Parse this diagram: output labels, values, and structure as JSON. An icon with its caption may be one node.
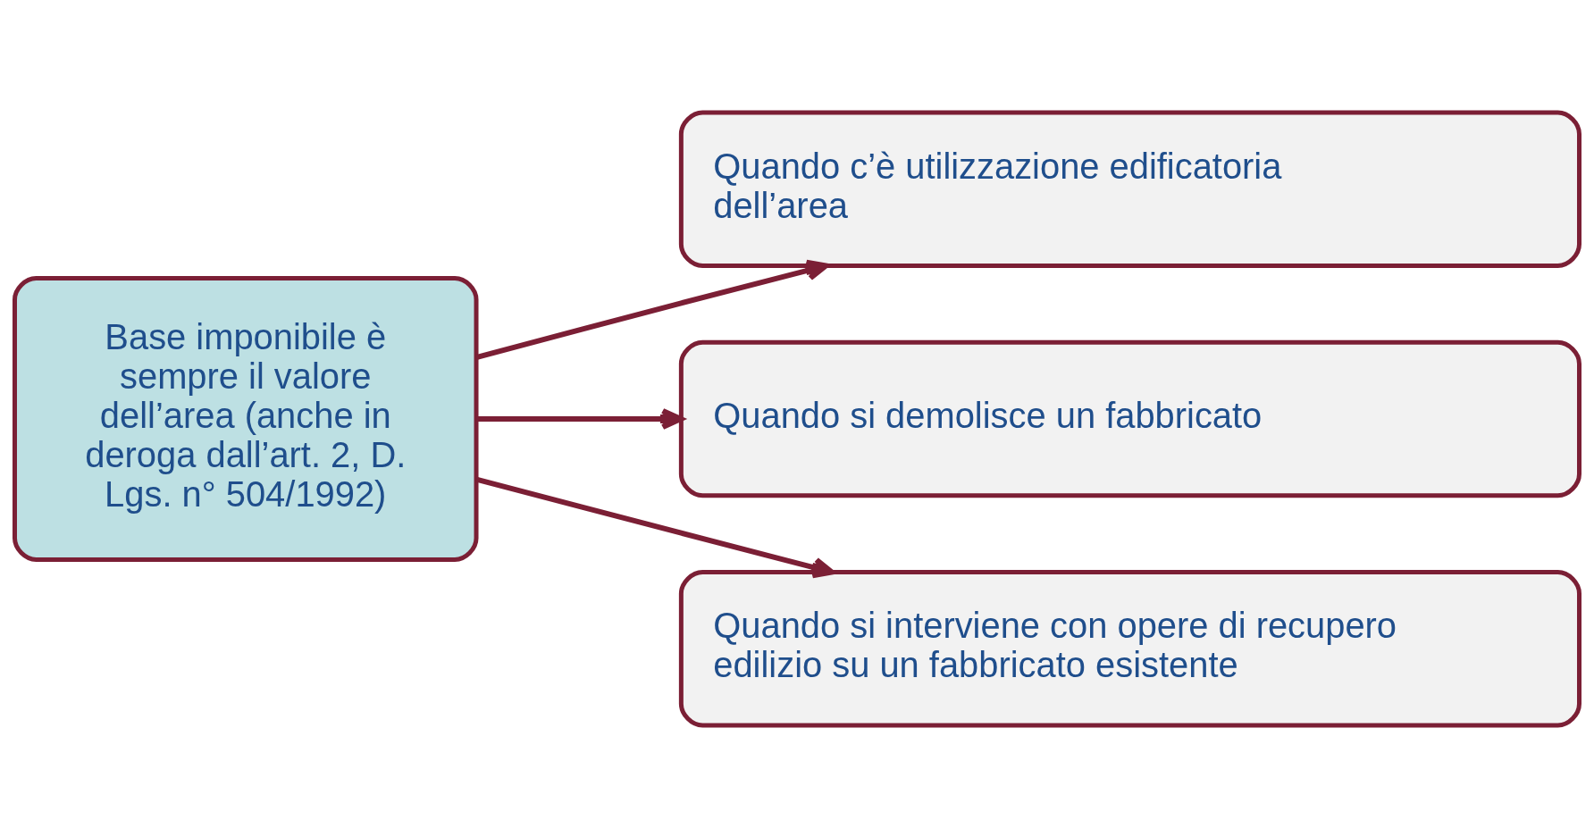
{
  "diagram": {
    "nodes": [
      {
        "text": [
          "Base imponibile è sempre il valore dell’area (anche in deroga dall’art. 2, D. Lgs. n° 504/1992)"
        ]
      },
      {
        "text": [
          "Quando c’è utilizzazione edificatoria dell’area"
        ]
      },
      {
        "text": [
          "Quando si demolisce un fabbricato"
        ]
      },
      {
        "text": [
          "Quando si interviene con opere di recupero edilizio su un fabbricato esistente"
        ]
      }
    ],
    "edges": [
      {
        "from": 0,
        "to": 1,
        "arrow": "to"
      },
      {
        "from": 0,
        "to": 2,
        "arrow": "to"
      },
      {
        "from": 0,
        "to": 3,
        "arrow": "to"
      }
    ]
  }
}
